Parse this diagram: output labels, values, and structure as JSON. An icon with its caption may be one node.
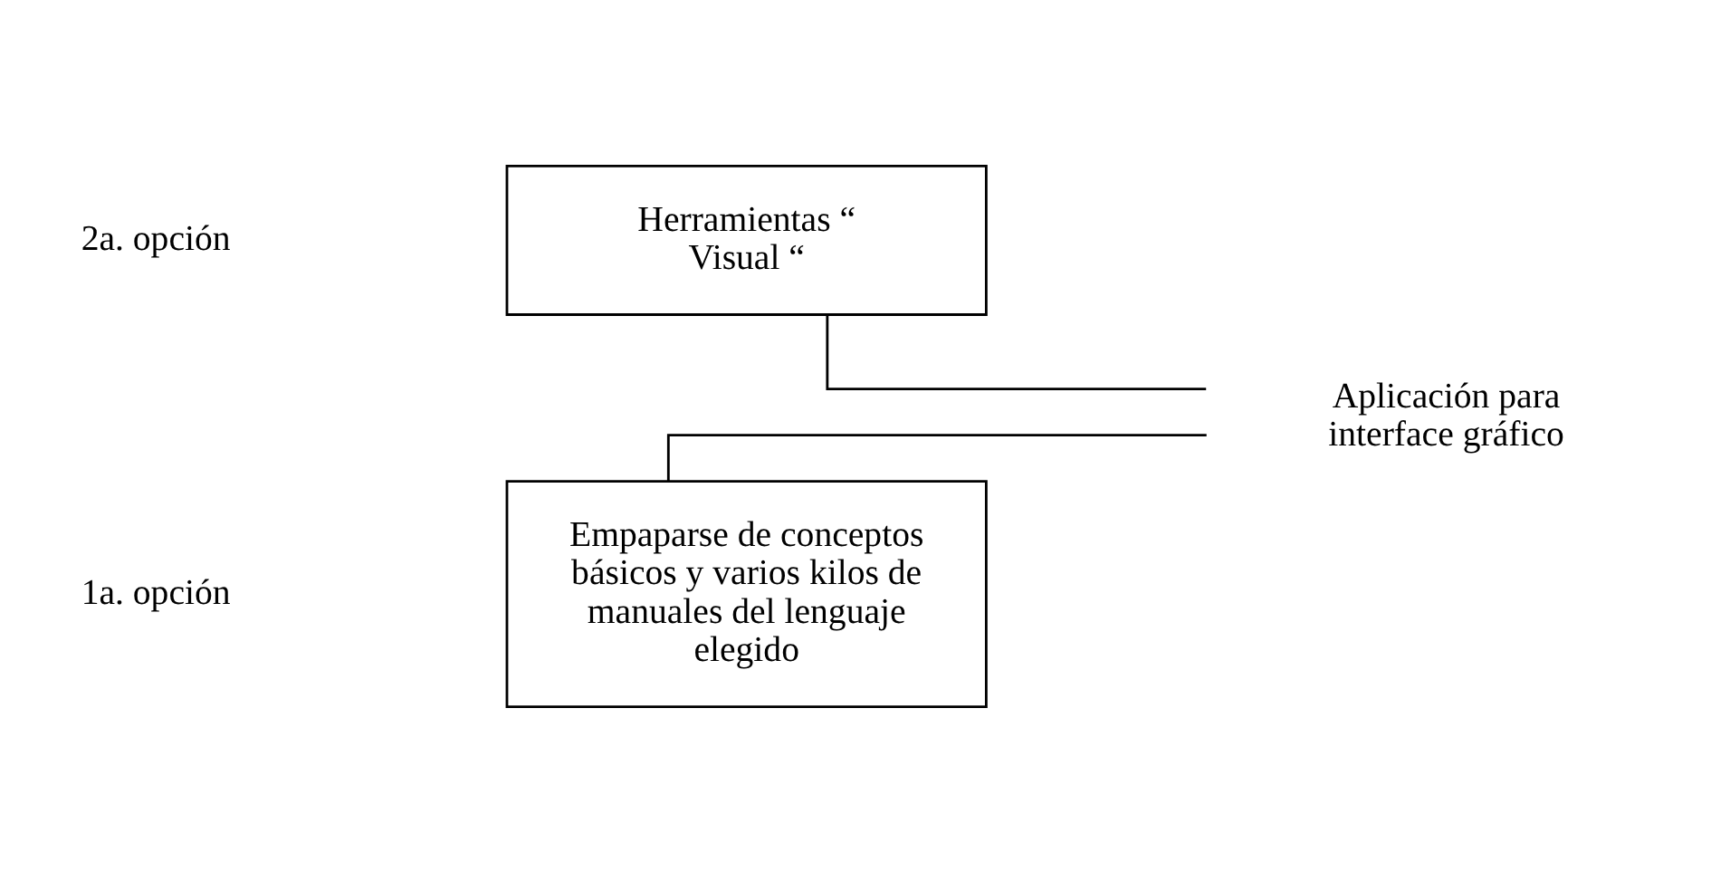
{
  "diagram": {
    "nodes": [
      {
        "text": [
          "Empaparse de conceptos básicos y varios kilos de manuales del lenguaje elegido"
        ]
      },
      {
        "text": [
          "Herramientas “ Visual “"
        ]
      },
      {
        "text": [
          "Aplicación para interface gráfico"
        ]
      }
    ],
    "edges": [
      {
        "from": 0,
        "to": 2,
        "arrow": "none"
      },
      {
        "from": 1,
        "to": 2,
        "arrow": "none"
      }
    ],
    "labels": [
      "1a. opción",
      "2a. opción"
    ]
  }
}
